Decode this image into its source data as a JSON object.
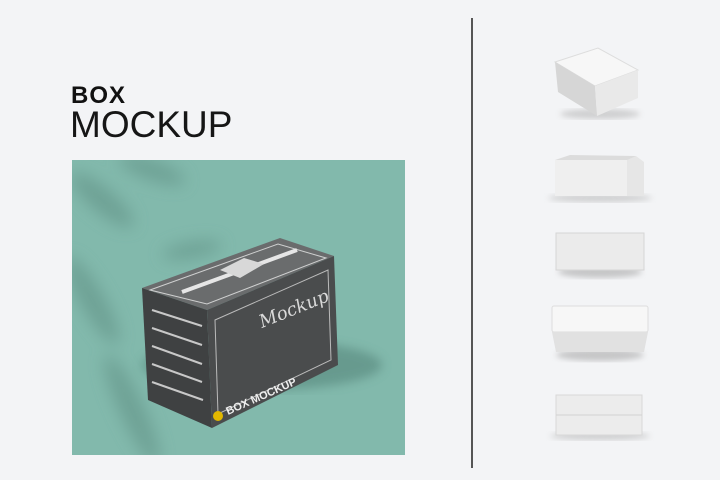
{
  "title": {
    "line1": "BOX",
    "line2": "MOCKUP"
  },
  "main_box": {
    "label": "BOX MOCKUP"
  },
  "colors": {
    "background": "#f3f4f6",
    "panel": "#82b9ac",
    "box": "#4a4c4d",
    "divider": "#555555"
  },
  "side_views": [
    "perspective",
    "open-front",
    "front",
    "top-angle",
    "lid-front"
  ]
}
